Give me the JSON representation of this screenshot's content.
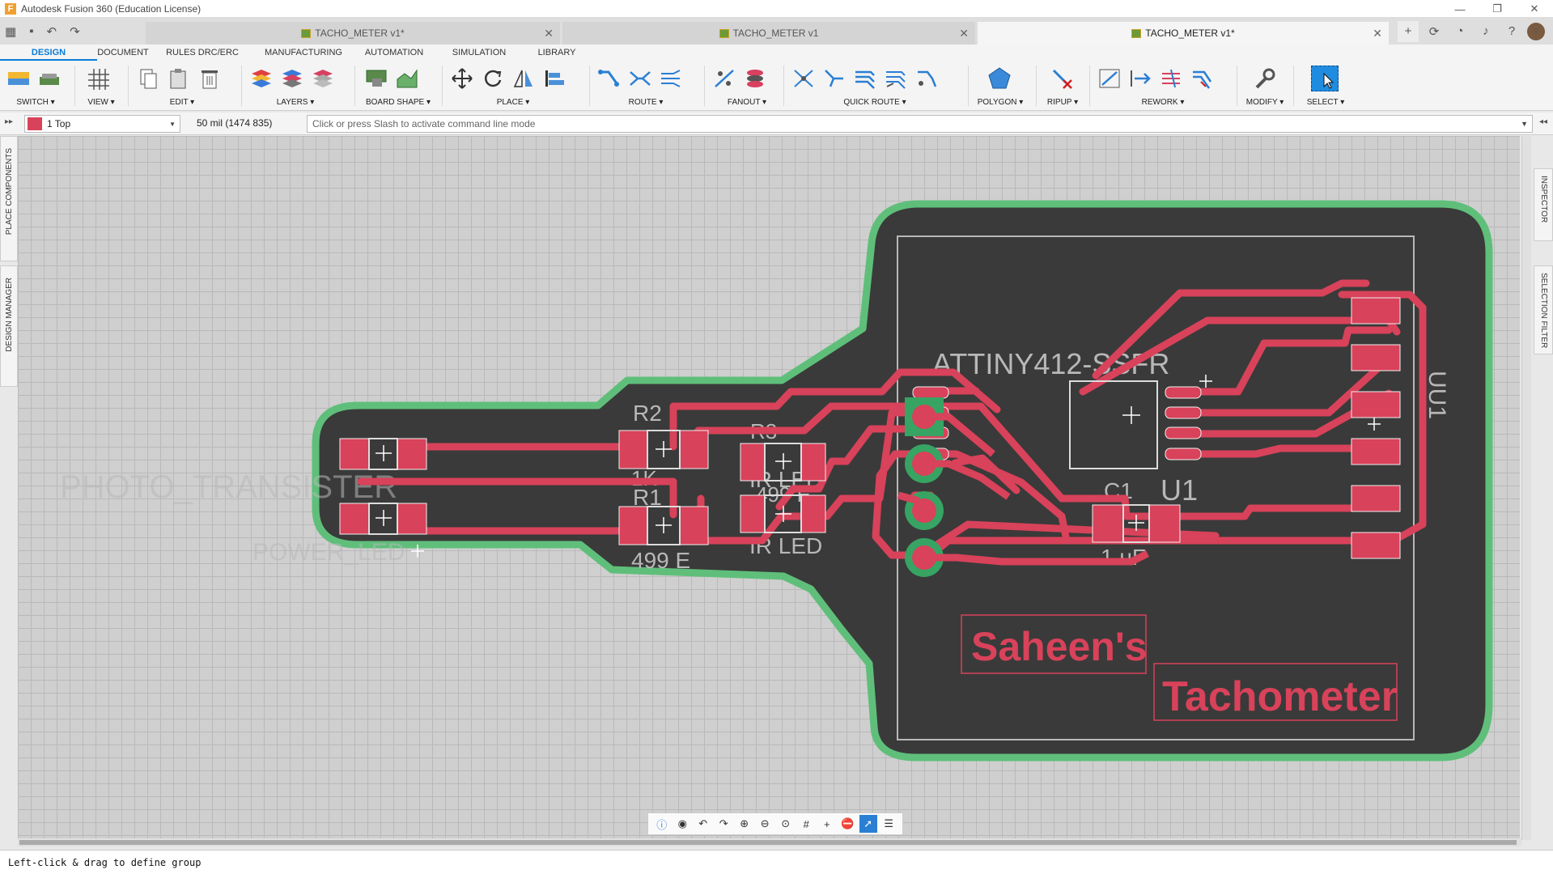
{
  "app": {
    "title": "Autodesk Fusion 360 (Education License)",
    "logo": "F"
  },
  "window_controls": [
    "—",
    "❐",
    "✕"
  ],
  "doc_tabs": [
    {
      "label": "TACHO_METER v1*",
      "active": false
    },
    {
      "label": "TACHO_METER v1",
      "active": false
    },
    {
      "label": "TACHO_METER v1*",
      "active": true
    }
  ],
  "workspace_tabs": [
    "DESIGN",
    "DOCUMENT",
    "RULES DRC/ERC",
    "MANUFACTURING",
    "AUTOMATION",
    "SIMULATION",
    "LIBRARY"
  ],
  "ribbon_groups": {
    "switch": "SWITCH ▾",
    "view": "VIEW ▾",
    "edit": "EDIT ▾",
    "layers": "LAYERS ▾",
    "board_shape": "BOARD SHAPE ▾",
    "place": "PLACE ▾",
    "route": "ROUTE ▾",
    "fanout": "FANOUT ▾",
    "quick_route": "QUICK ROUTE ▾",
    "polygon": "POLYGON ▾",
    "ripup": "RIPUP ▾",
    "rework": "REWORK ▾",
    "modify": "MODIFY ▾",
    "select": "SELECT ▾"
  },
  "command_row": {
    "layer": "1 Top",
    "layer_color": "#d8425a",
    "grid": "50 mil (1474 835)",
    "placeholder": "Click or press Slash to activate command line mode"
  },
  "side_panels": {
    "left": [
      "PLACE COMPONENTS",
      "DESIGN MANAGER"
    ],
    "right": [
      "INSPECTOR",
      "SELECTION FILTER"
    ]
  },
  "board": {
    "silk_labels": {
      "photo_transistor": "PHOTO_TRANSISTER",
      "power_led": "POWER_LED",
      "r2": "R2",
      "r1": "R1",
      "r1_val": "1K",
      "r2_val": "499 E",
      "r3": "R3",
      "r3_val": "499 E",
      "ir_led_top": "IR LED",
      "ir_led_bottom": "IR LED",
      "mcu": "ATTINY412-SSFR",
      "u1": "U1",
      "c1": "C1",
      "c1_val": "1 uF",
      "uu1": "UU1",
      "text1": "Saheen's",
      "text2": "Tachometer"
    },
    "colors": {
      "board": "#3a3a3a",
      "outline": "#5fbf7a",
      "copper": "#d8425a",
      "silk": "#b8b8b8",
      "via_green": "#37a463"
    }
  },
  "status": "Left-click & drag to define group"
}
